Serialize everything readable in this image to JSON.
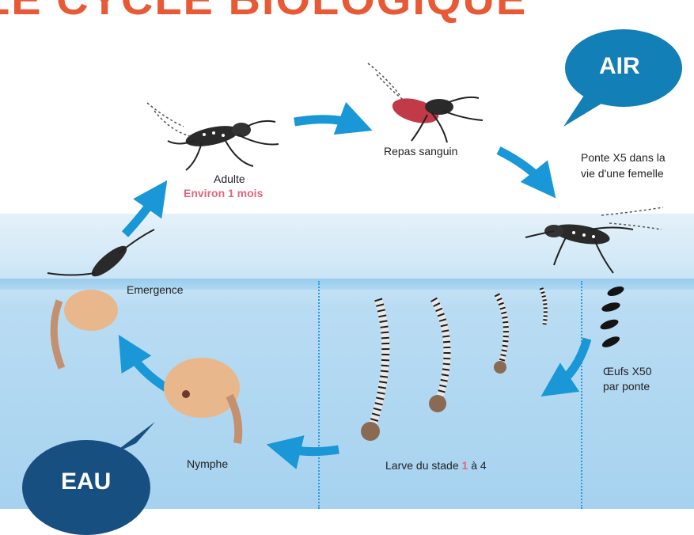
{
  "title": "LE CYCLE BIOLOGIQUE",
  "zones": {
    "air": "AIR",
    "water": "EAU"
  },
  "stages": {
    "adult_label": "Adulte",
    "adult_duration": "Environ 1 mois",
    "blood_meal": "Repas sanguin",
    "laying_line1": "Ponte X5 dans la",
    "laying_line2": "vie d'une femelle",
    "eggs_line1": "Œufs X50",
    "eggs_line2": "par ponte",
    "larva_prefix": "Larve du stade ",
    "larva_first": "1",
    "larva_suffix": " à 4",
    "pupa": "Nymphe",
    "emergence": "Emergence"
  },
  "colors": {
    "title": "#e85a36",
    "arrow": "#1a97d6",
    "air_bubble": "#127fb6",
    "water_bubble": "#174f80",
    "highlight": "#e2667c"
  }
}
